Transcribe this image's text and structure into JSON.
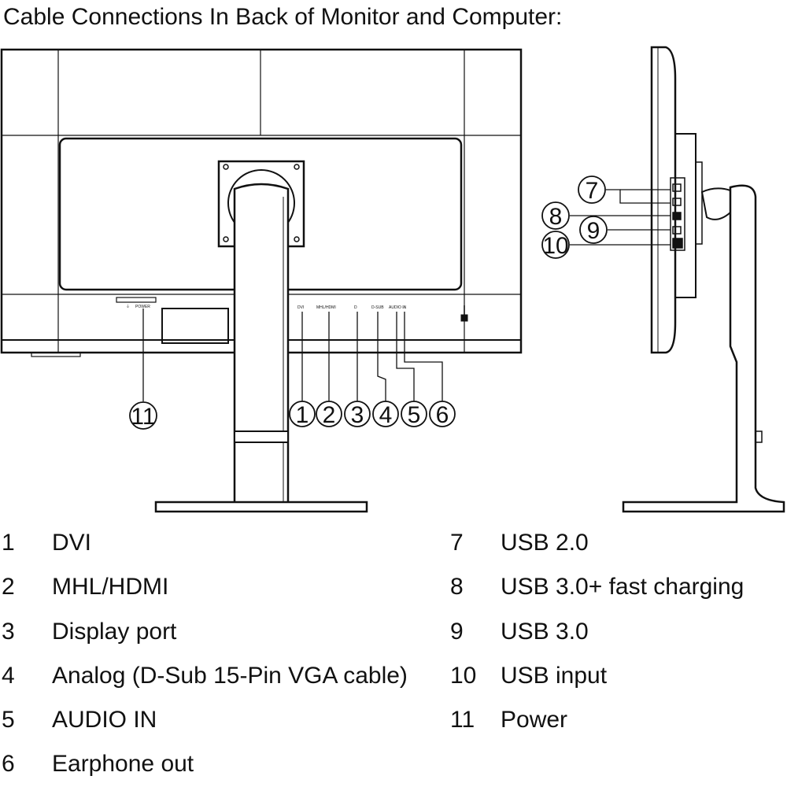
{
  "title": "Cable Connections In Back of Monitor and Computer:",
  "diagram": {
    "port_labels_back": [
      "DVI",
      "MHL/HDMI",
      "D",
      "D-SUB",
      "AUDIO IN",
      "∩"
    ],
    "power_label": "POWER",
    "callouts_back": [
      "1",
      "2",
      "3",
      "4",
      "5",
      "6"
    ],
    "callout_power": "11",
    "callouts_side": [
      "7",
      "8",
      "9",
      "10"
    ],
    "icons": [
      "lock-icon",
      "power-plug-icon",
      "usb-port-icon"
    ]
  },
  "legend": {
    "left": [
      {
        "num": "1",
        "text": "DVI"
      },
      {
        "num": "2",
        "text": "MHL/HDMI"
      },
      {
        "num": "3",
        "text": "Display port"
      },
      {
        "num": "4",
        "text": "Analog (D-Sub 15-Pin VGA cable)"
      },
      {
        "num": "5",
        "text": "AUDIO IN"
      },
      {
        "num": "6",
        "text": "Earphone out"
      }
    ],
    "right": [
      {
        "num": "7",
        "text": "USB 2.0"
      },
      {
        "num": "8",
        "text": "USB 3.0+ fast charging"
      },
      {
        "num": "9",
        "text": "USB 3.0"
      },
      {
        "num": "10",
        "text": "USB input"
      },
      {
        "num": "11",
        "text": "Power"
      }
    ]
  }
}
